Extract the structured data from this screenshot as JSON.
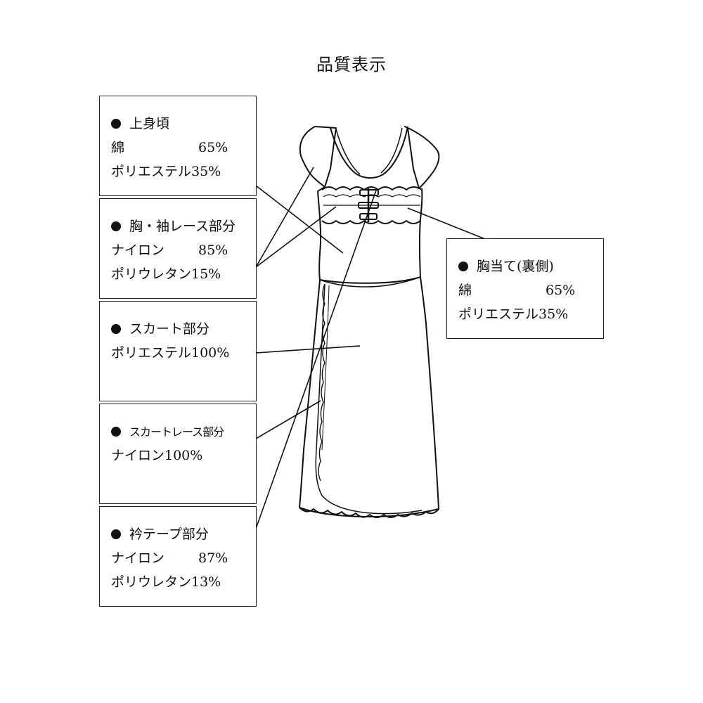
{
  "title": "品質表示",
  "boxes": [
    {
      "heading": "上身頃",
      "rows": [
        {
          "material": "綿",
          "percent": "65%"
        },
        {
          "material": "ポリエステル35%",
          "percent": ""
        }
      ]
    },
    {
      "heading": "胸・袖レース部分",
      "rows": [
        {
          "material": "ナイロン",
          "percent": "85%"
        },
        {
          "material": "ポリウレタン15%",
          "percent": ""
        }
      ]
    },
    {
      "heading": "スカート部分",
      "rows": [
        {
          "material": "ポリエステル100%",
          "percent": ""
        }
      ]
    },
    {
      "heading": "スカートレース部分",
      "rows": [
        {
          "material": "ナイロン100%",
          "percent": ""
        }
      ]
    },
    {
      "heading": "衿テープ部分",
      "rows": [
        {
          "material": "ナイロン",
          "percent": "87%"
        },
        {
          "material": "ポリウレタン13%",
          "percent": ""
        }
      ]
    },
    {
      "heading": "胸当て(裏側)",
      "rows": [
        {
          "material": "綿",
          "percent": "65%"
        },
        {
          "material": "ポリエステル35%",
          "percent": ""
        }
      ]
    }
  ]
}
